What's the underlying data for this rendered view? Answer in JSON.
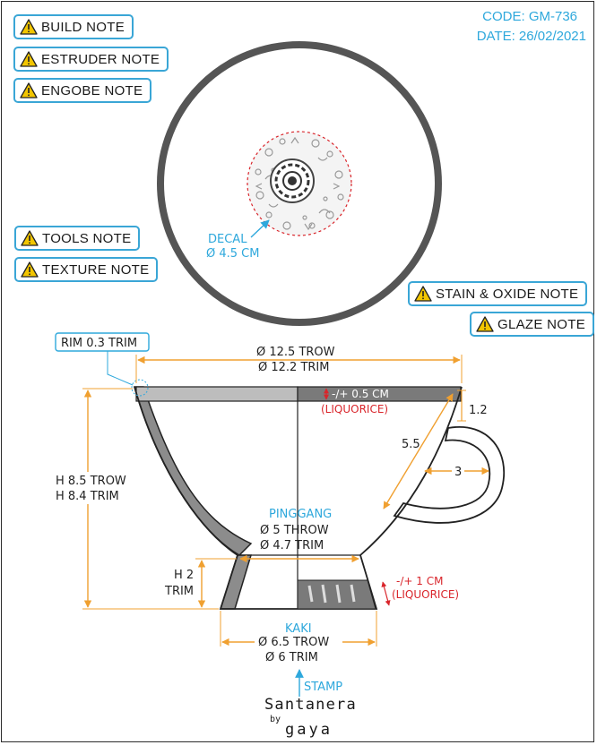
{
  "header": {
    "code": "CODE: GM-736",
    "date": "DATE: 26/02/2021"
  },
  "notes": {
    "build": "BUILD NOTE",
    "estruder": "ESTRUDER NOTE",
    "engobe": "ENGOBE NOTE",
    "tools": "TOOLS NOTE",
    "texture": "TEXTURE NOTE",
    "stain": "STAIN & OXIDE NOTE",
    "glaze": "GLAZE NOTE"
  },
  "top_view": {
    "decal_label": "DECAL",
    "decal_size": "Ø 4.5 CM"
  },
  "dimensions": {
    "rim": "RIM 0.3 TRIM",
    "width_throw": "Ø 12.5 TROW",
    "width_trim": "Ø 12.2 TRIM",
    "rim_glaze": "-/+ 0.5 CM",
    "rim_glaze_color": "(LIQUORICE)",
    "height_throw": "H 8.5 TROW",
    "height_trim": "H 8.4 TRIM",
    "handle_top": "1.2",
    "handle_length": "5.5",
    "handle_width": "3",
    "pinggang_label": "PINGGANG",
    "pinggang_throw": "Ø 5 THROW",
    "pinggang_trim": "Ø 4.7 TRIM",
    "foot_height": "H 2",
    "foot_trim": "TRIM",
    "foot_glaze": "-/+ 1 CM",
    "foot_glaze_color": "(LIQUORICE)",
    "kaki_label": "KAKI",
    "kaki_throw": "Ø 6.5 TROW",
    "kaki_trim": "Ø 6 TRIM",
    "stamp_label": "STAMP"
  },
  "brand": {
    "name": "Santanera",
    "by": "by",
    "sub": "gaya"
  },
  "colors": {
    "accent_blue": "#2ea8dc",
    "dimension_orange": "#f0a030",
    "glaze_red": "#d9252b",
    "body_gray": "#8c8c8c"
  }
}
